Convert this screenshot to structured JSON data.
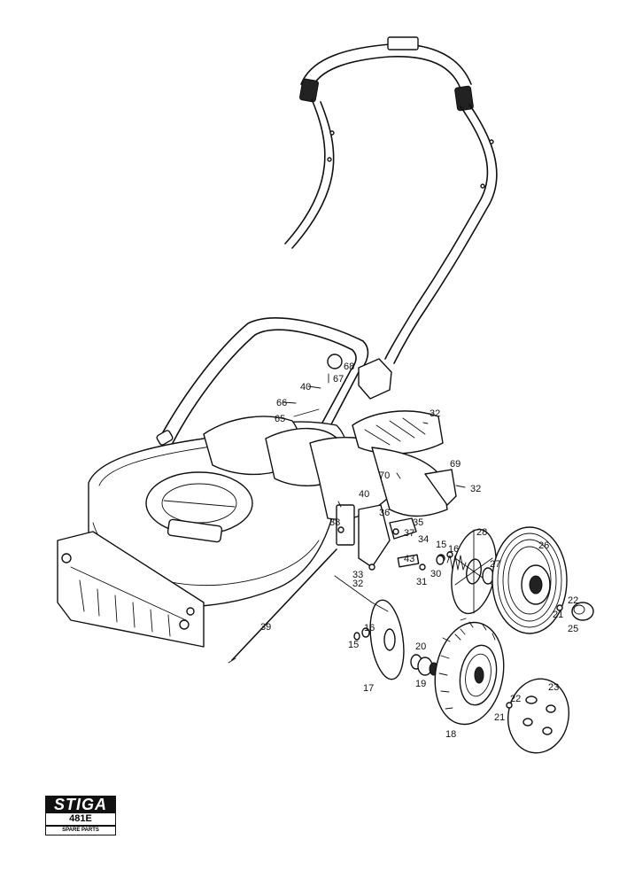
{
  "logo": {
    "brand": "STIGA",
    "model": "481E",
    "subtitle": "SPARE PARTS"
  },
  "part_labels": [
    "68",
    "67",
    "40",
    "66",
    "65",
    "32",
    "69",
    "70",
    "32",
    "40",
    "36",
    "35",
    "37",
    "34",
    "38",
    "43",
    "30",
    "31",
    "33",
    "32",
    "28",
    "15",
    "16",
    "26",
    "27",
    "22",
    "21",
    "25",
    "39",
    "16",
    "15",
    "20",
    "17",
    "19",
    "18",
    "23",
    "22",
    "21"
  ]
}
